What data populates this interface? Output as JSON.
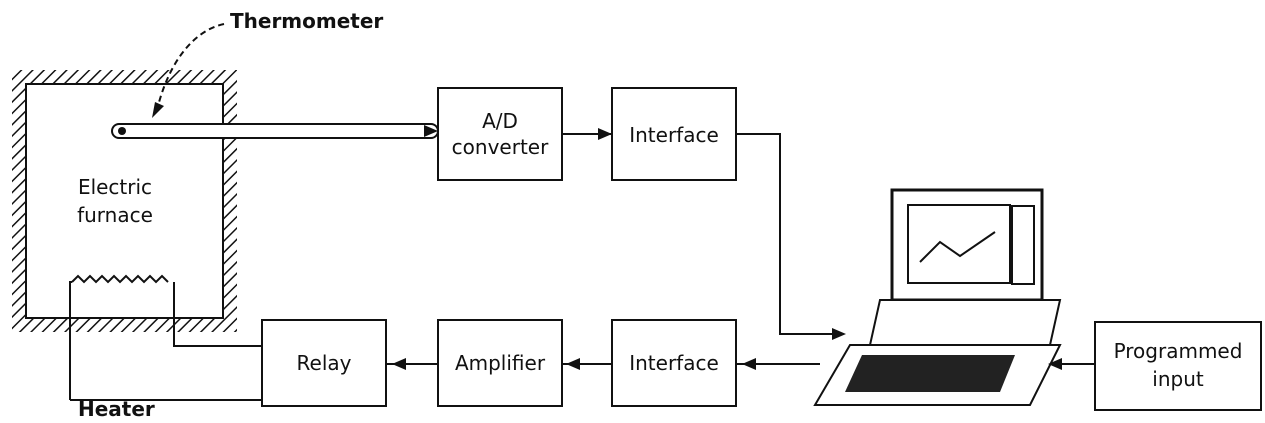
{
  "labels": {
    "thermometer": "Thermometer",
    "furnace_line1": "Electric",
    "furnace_line2": "furnace",
    "heater": "Heater",
    "ad_line1": "A/D",
    "ad_line2": "converter",
    "interface_top": "Interface",
    "interface_bottom": "Interface",
    "amplifier": "Amplifier",
    "relay": "Relay",
    "programmed_line1": "Programmed",
    "programmed_line2": "input"
  },
  "colors": {
    "stroke": "#111111",
    "background": "#ffffff"
  },
  "icons": [
    "computer-icon"
  ]
}
